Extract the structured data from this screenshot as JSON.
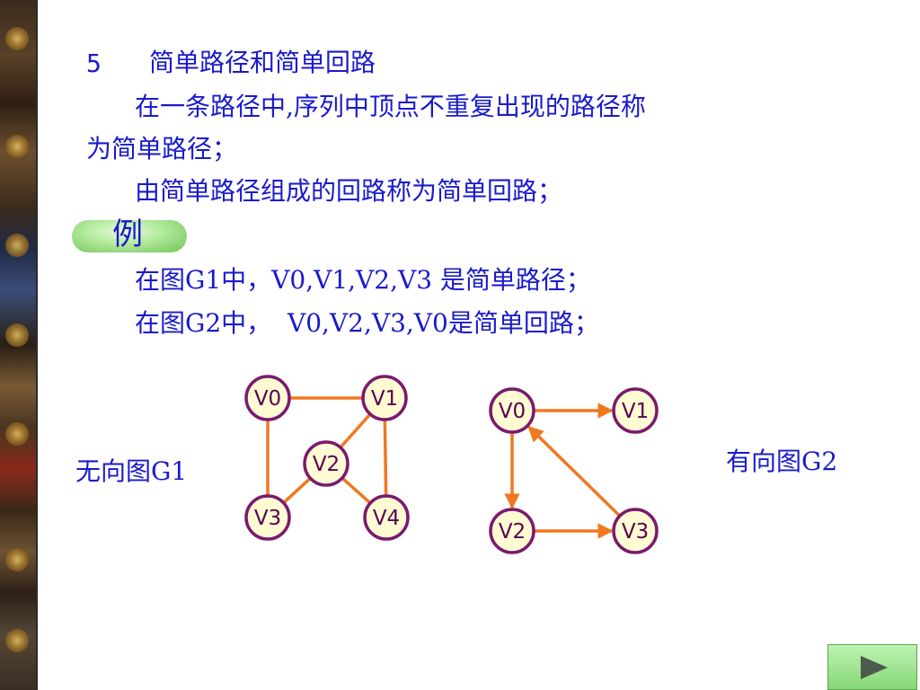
{
  "slide": {
    "heading_number": "5",
    "heading_title": "简单路径和简单回路",
    "def_line1": "在一条路径中,序列中顶点不重复出现的路径称",
    "def_line2": "为简单路径；",
    "def_line3": "由简单路径组成的回路称为简单回路；",
    "example_label": "例",
    "example_line1": "在图G1中，V0,V1,V2,V3 是简单路径；",
    "example_line2": "在图G2中，  V0,V2,V3,V0是简单回路；",
    "g1_caption": "无向图G1",
    "g2_caption": "有向图G2"
  },
  "graphs": {
    "g1": {
      "type": "undirected",
      "nodes": [
        "V0",
        "V1",
        "V2",
        "V3",
        "V4"
      ],
      "edges": [
        [
          "V0",
          "V1"
        ],
        [
          "V0",
          "V3"
        ],
        [
          "V1",
          "V2"
        ],
        [
          "V1",
          "V4"
        ],
        [
          "V2",
          "V3"
        ],
        [
          "V2",
          "V4"
        ]
      ]
    },
    "g2": {
      "type": "directed",
      "nodes": [
        "V0",
        "V1",
        "V2",
        "V3"
      ],
      "edges": [
        [
          "V0",
          "V1"
        ],
        [
          "V0",
          "V2"
        ],
        [
          "V2",
          "V3"
        ],
        [
          "V3",
          "V0"
        ]
      ]
    }
  },
  "colors": {
    "text": "#1a1acc",
    "edge": "#f07820",
    "node_fill": "#fffbd2",
    "node_stroke": "#7a1a6e",
    "node_text": "#5a0050",
    "pill_green": "#8fdc78",
    "next_button": "#9ee48e"
  },
  "navigation": {
    "next_icon": "play-triangle-icon"
  }
}
